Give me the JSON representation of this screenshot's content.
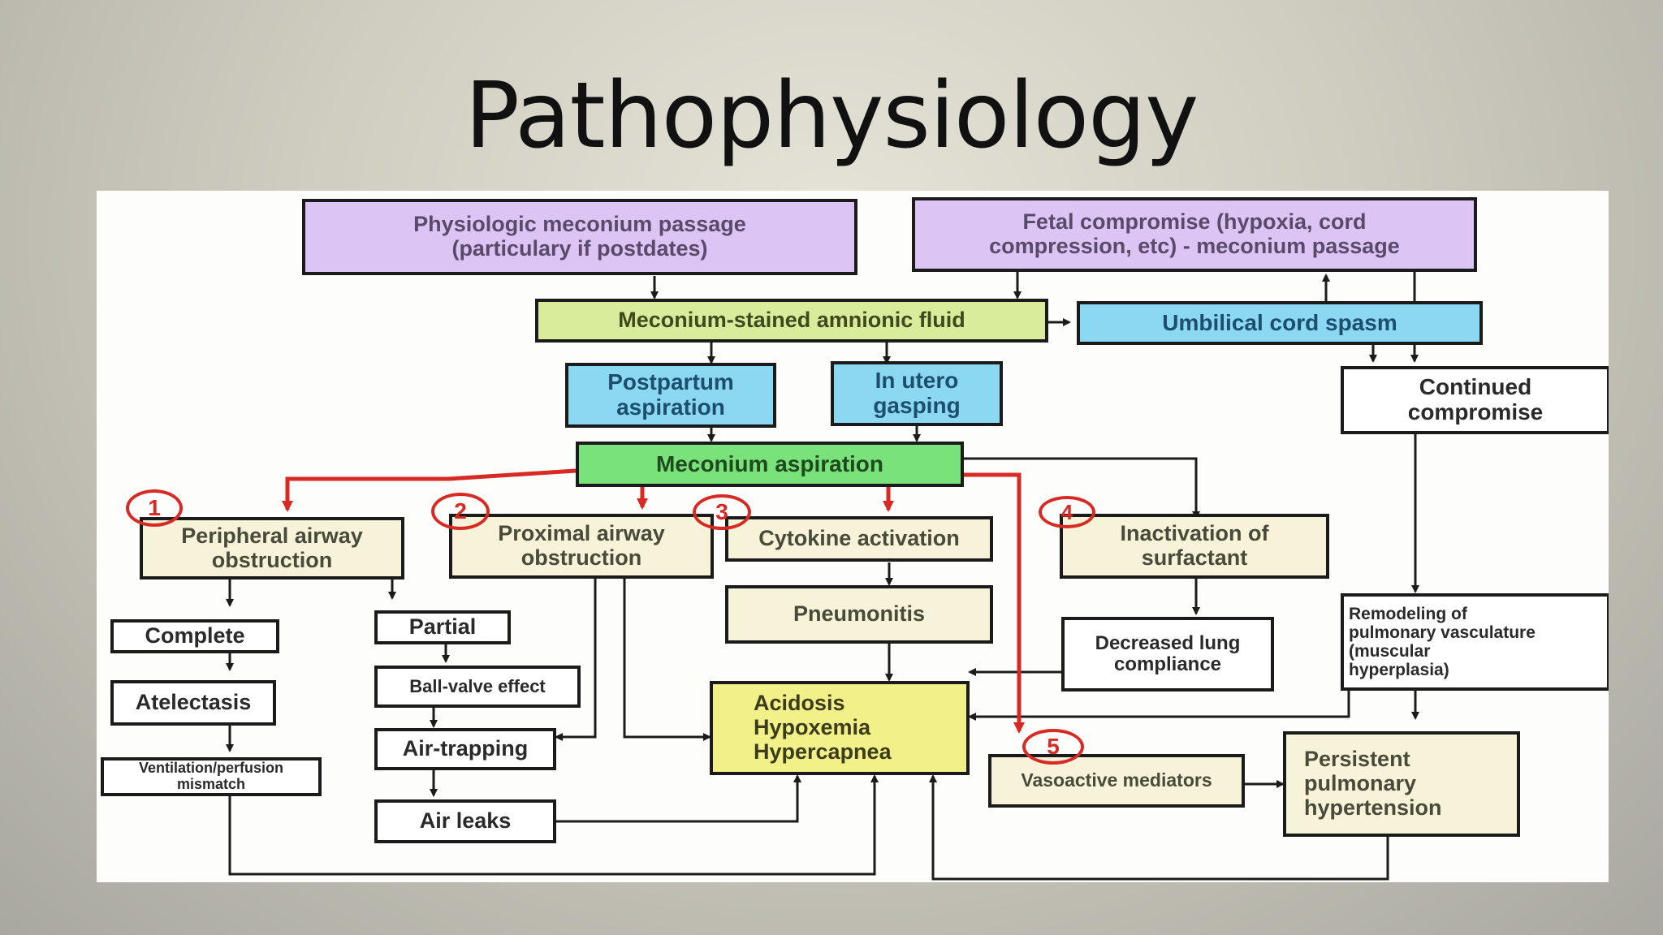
{
  "title": "Pathophysiology",
  "colors": {
    "wire": "#1b1b1b",
    "red_path": "#d82a24",
    "purple": "#dcc4f4",
    "olive": "#d8ec9c",
    "cyan": "#8ad8f2",
    "green": "#7ae27a",
    "cream": "#f6f3d9",
    "yellow": "#f2f088"
  },
  "diagram": {
    "physiologic": "Physiologic meconium passage\n(particulary if postdates)",
    "fetal_compromise": "Fetal compromise (hypoxia, cord\ncompression, etc) - meconium passage",
    "msaf": "Meconium-stained amnionic fluid",
    "cord_spasm": "Umbilical cord spasm",
    "postpartum": "Postpartum\naspiration",
    "in_utero": "In utero\ngasping",
    "continued": "Continued\ncompromise",
    "aspiration": "Meconium aspiration",
    "peripheral": "Peripheral airway\nobstruction",
    "proximal": "Proximal airway\nobstruction",
    "cytokine": "Cytokine activation",
    "surfactant": "Inactivation of\nsurfactant",
    "complete": "Complete",
    "partial": "Partial",
    "pneumonitis": "Pneumonitis",
    "decreased": "Decreased lung\ncompliance",
    "remodeling": "Remodeling of\npulmonary vasculature\n(muscular\nhyperplasia)",
    "atelectasis": "Atelectasis",
    "ball_valve": "Ball-valve effect",
    "acidosis": "Acidosis\nHypoxemia\nHypercapnea",
    "air_trapping": "Air-trapping",
    "vq": "Ventilation/perfusion\nmismatch",
    "vasoactive": "Vasoactive mediators",
    "pph": "Persistent\npulmonary\nhypertension",
    "air_leaks": "Air leaks"
  },
  "annotations": [
    "1",
    "2",
    "3",
    "4",
    "5"
  ]
}
